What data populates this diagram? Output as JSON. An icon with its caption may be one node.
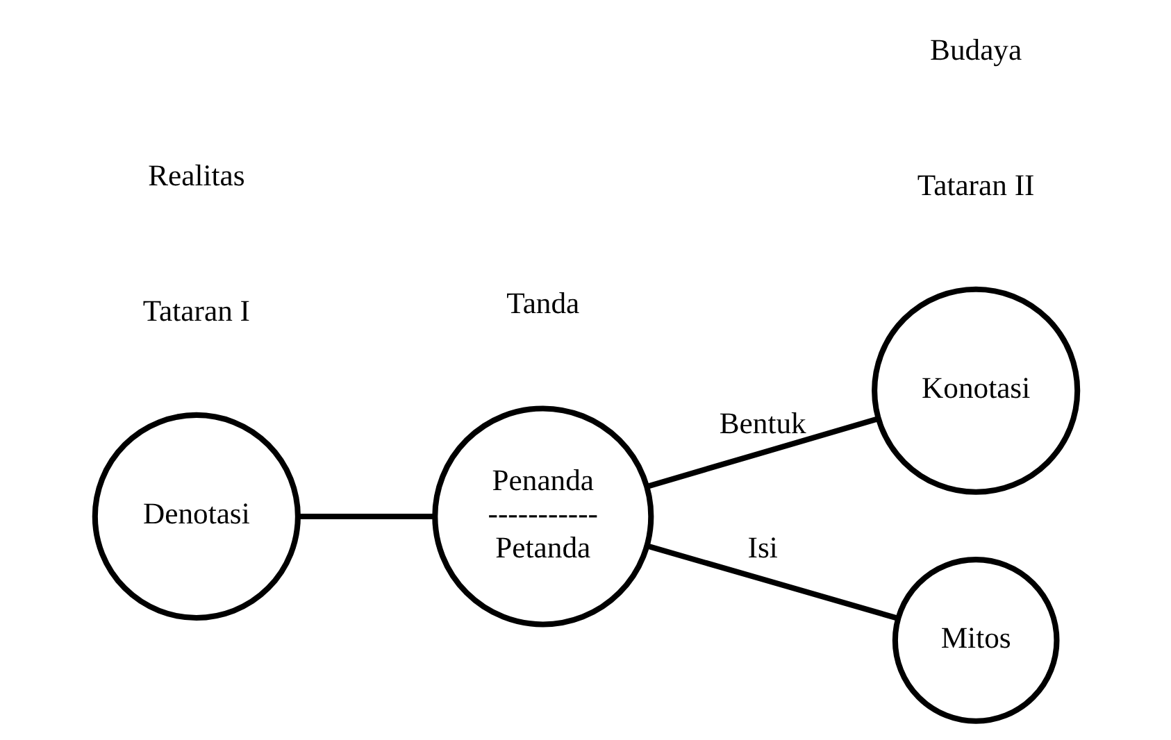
{
  "diagram": {
    "nodes": [
      {
        "text": [
          "Denotasi"
        ]
      },
      {
        "text": [
          "Penanda",
          "-----------",
          "Petanda"
        ]
      },
      {
        "text": [
          "Konotasi"
        ]
      },
      {
        "text": [
          "Mitos"
        ]
      }
    ],
    "edges": [
      {
        "from": 0,
        "to": 1,
        "arrow": "none"
      },
      {
        "from": 1,
        "to": 2,
        "arrow": "none",
        "label": "Bentuk"
      },
      {
        "from": 1,
        "to": 3,
        "arrow": "none",
        "label": "Isi"
      }
    ],
    "labels": [
      "Tataran I",
      "Tataran II",
      "Realitas",
      "Tanda",
      "Budaya"
    ]
  }
}
